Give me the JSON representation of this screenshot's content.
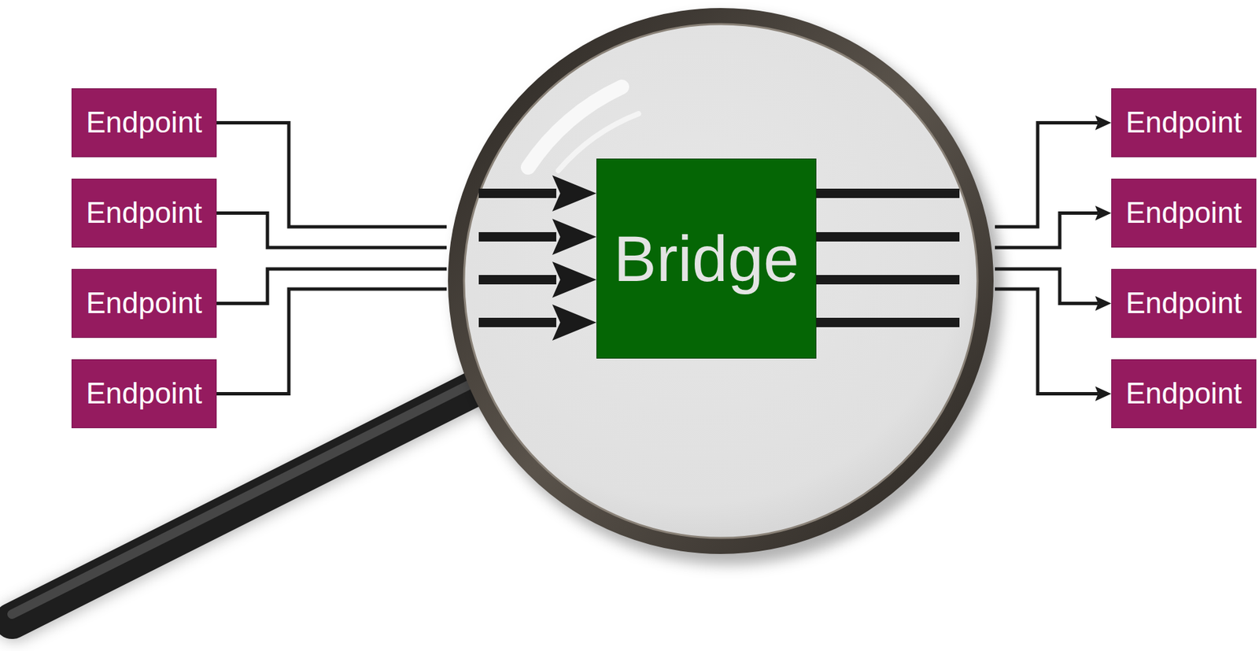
{
  "diagram": {
    "nodes": [
      {
        "text": [
          "Endpoint"
        ]
      },
      {
        "text": [
          "Endpoint"
        ]
      },
      {
        "text": [
          "Endpoint"
        ]
      },
      {
        "text": [
          "Endpoint"
        ]
      },
      {
        "text": [
          "Bridge"
        ]
      },
      {
        "text": [
          "Endpoint"
        ]
      },
      {
        "text": [
          "Endpoint"
        ]
      },
      {
        "text": [
          "Endpoint"
        ]
      },
      {
        "text": [
          "Endpoint"
        ]
      }
    ],
    "edges": [
      {
        "from": 0,
        "to": 4,
        "arrow": "to"
      },
      {
        "from": 1,
        "to": 4,
        "arrow": "to"
      },
      {
        "from": 2,
        "to": 4,
        "arrow": "to"
      },
      {
        "from": 3,
        "to": 4,
        "arrow": "to"
      },
      {
        "from": 4,
        "to": 5,
        "arrow": "to"
      },
      {
        "from": 4,
        "to": 6,
        "arrow": "to"
      },
      {
        "from": 4,
        "to": 7,
        "arrow": "to"
      },
      {
        "from": 4,
        "to": 8,
        "arrow": "to"
      }
    ]
  }
}
